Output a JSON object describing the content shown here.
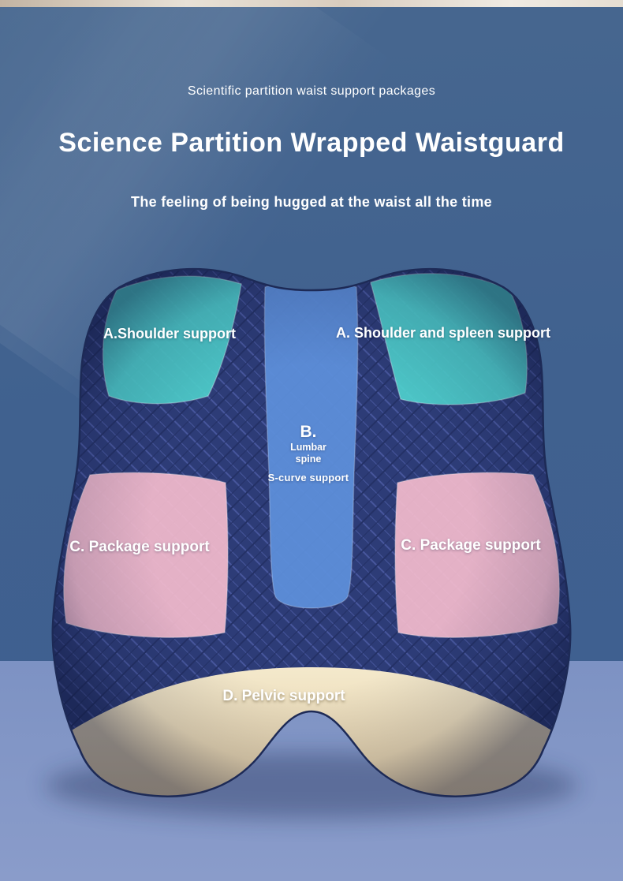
{
  "header": {
    "tagline": "Scientific partition waist support packages",
    "title": "Science Partition Wrapped Waistguard",
    "subtitle": "The feeling of being hugged at the waist all the time"
  },
  "zones": {
    "shoulder_left": {
      "label": "A.Shoulder support",
      "color": "#4fd0cd"
    },
    "shoulder_right": {
      "label": "A. Shoulder and spleen support",
      "color": "#4fd0cd"
    },
    "lumbar": {
      "letter": "B.",
      "line1": "Lumbar",
      "line2": "spine",
      "line3": "S-curve support",
      "color": "#5d8ed9"
    },
    "package_left": {
      "label": "C. Package support",
      "color": "#f2bacc"
    },
    "package_right": {
      "label": "C. Package support",
      "color": "#f2bacc"
    },
    "pelvic": {
      "label": "D. Pelvic support",
      "color": "#eedcb6"
    }
  },
  "palette": {
    "background_upper": "#40618f",
    "background_lower": "#8397c9",
    "top_strip": "#e3d8ca",
    "cushion_fabric": "#2d3c77",
    "text": "#ffffff"
  }
}
